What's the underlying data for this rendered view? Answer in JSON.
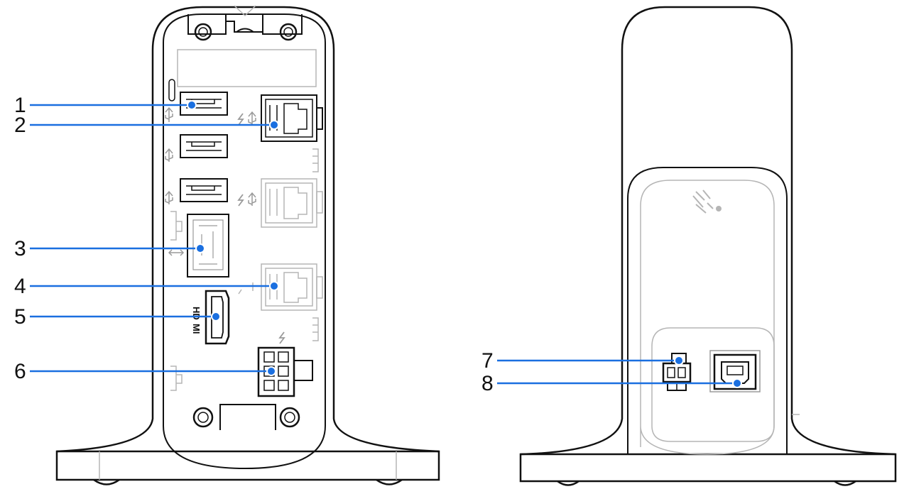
{
  "colors": {
    "line": "#111111",
    "faint": "#b5b5b5",
    "callout": "#1a6fe0",
    "dot_stroke": "#ffffff"
  },
  "icons": {
    "usb": "usb-trident-icon",
    "charge": "lightning-bolt-icon",
    "logo": "zebra-head-logo-icon",
    "transfer": "bidirectional-arrow-icon"
  },
  "rear_port_labels": {
    "hdmi_line1": "HD",
    "hdmi_line2": "MI"
  },
  "callouts": [
    {
      "number": "1"
    },
    {
      "number": "2"
    },
    {
      "number": "3"
    },
    {
      "number": "4"
    },
    {
      "number": "5"
    },
    {
      "number": "6"
    },
    {
      "number": "7"
    },
    {
      "number": "8"
    }
  ]
}
